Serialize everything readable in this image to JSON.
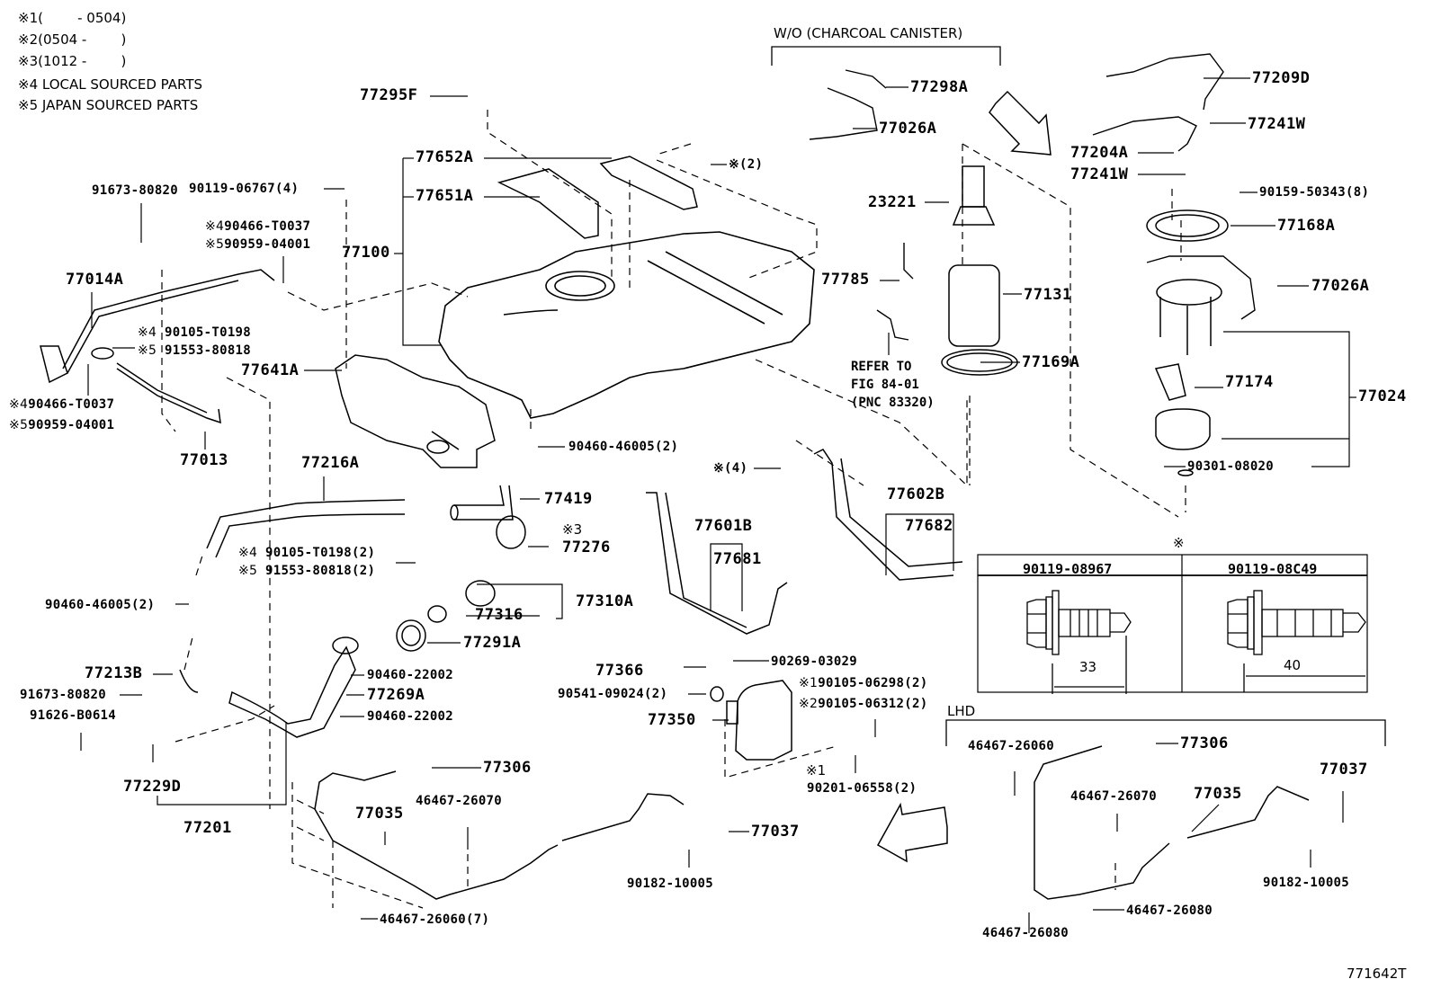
{
  "diagram": {
    "figure_id": "771642T",
    "legend": [
      {
        "mark": "※1",
        "text": "(        - 0504)"
      },
      {
        "mark": "※2",
        "text": "(0504 -        )"
      },
      {
        "mark": "※3",
        "text": "(1012 -        )"
      },
      {
        "mark": "※4",
        "text": "LOCAL SOURCED PARTS"
      },
      {
        "mark": "※5",
        "text": "JAPAN SOURCED PARTS"
      }
    ],
    "groups": {
      "charcoal_canister": "W/O (CHARCOAL CANISTER)",
      "lhd": "LHD"
    },
    "refer_note": "REFER TO\nFIG 84-01\n(PNC 83320)",
    "parts": {
      "p77295F": "77295F",
      "p77652A": "77652A",
      "p77651A": "77651A",
      "p77100": "77100",
      "p90119_06767": "90119-06767(4)",
      "bolt_note_2": "※(2)",
      "p91673_80820_top": "91673-80820",
      "p90466_T0037_a_mark": "※4",
      "p90466_T0037_a": "90466-T0037",
      "p90959_04001_a_mark": "※5",
      "p90959_04001_a": "90959-04001",
      "p77014A": "77014A",
      "p90105_T0198_mark": "※4",
      "p90105_T0198": "90105-T0198",
      "p91553_80818_mark": "※5",
      "p91553_80818": "91553-80818",
      "p77641A": "77641A",
      "p90466_T0037_b_mark": "※4",
      "p90466_T0037_b": "90466-T0037",
      "p90959_04001_b_mark": "※5",
      "p90959_04001_b": "90959-04001",
      "p77013": "77013",
      "p77216A": "77216A",
      "p90460_46005_right": "90460-46005(2)",
      "p77419": "77419",
      "p77276_mark": "※3",
      "p77276": "77276",
      "p90105_T0198_2_mark": "※4",
      "p90105_T0198_2": "90105-T0198(2)",
      "p91553_80818_2_mark": "※5",
      "p91553_80818_2": "91553-80818(2)",
      "p90460_46005_left": "90460-46005(2)",
      "p77316": "77316",
      "p77310A": "77310A",
      "p77291A": "77291A",
      "p77213B": "77213B",
      "p91673_80820_bot": "91673-80820",
      "p91626_B0614": "91626-B0614",
      "p77229D": "77229D",
      "p77201": "77201",
      "p90460_22002_a": "90460-22002",
      "p77269A": "77269A",
      "p90460_22002_b": "90460-22002",
      "p77298A": "77298A",
      "p77026A_top": "77026A",
      "p23221": "23221",
      "p77785": "77785",
      "p77131": "77131",
      "p77169A": "77169A",
      "p77209D": "77209D",
      "p77241W_a": "77241W",
      "p77204A": "77204A",
      "p77241W_b": "77241W",
      "p90159_50343": "90159-50343(8)",
      "p77168A": "77168A",
      "p77026A_right": "77026A",
      "p77024": "77024",
      "p77174": "77174",
      "p90301_08020": "90301-08020",
      "bolt_note_4": "※(4)",
      "p77601B": "77601B",
      "p77681": "77681",
      "p77602B": "77602B",
      "p77682": "77682",
      "p77366": "77366",
      "p90269_03029": "90269-03029",
      "p90541_09024": "90541-09024(2)",
      "p77350": "77350",
      "p90105_06298_mark": "※1",
      "p90105_06298": "90105-06298(2)",
      "p90105_06312_mark": "※2",
      "p90105_06312": "90105-06312(2)",
      "p90201_06558_mark": "※1",
      "p90201_06558": "90201-06558(2)",
      "c_77306": "77306",
      "c_77035": "77035",
      "c_46467_26070": "46467-26070",
      "c_46467_26060_7": "46467-26060(7)",
      "c_90182_10005": "90182-10005",
      "c_77037": "77037",
      "l_46467_26060": "46467-26060",
      "l_77306": "77306",
      "l_77037": "77037",
      "l_46467_26070": "46467-26070",
      "l_77035": "77035",
      "l_90182_10005": "90182-10005",
      "l_46467_26080_a": "46467-26080",
      "l_46467_26080_b": "46467-26080"
    },
    "bolt_table": {
      "mark": "※",
      "columns": [
        {
          "part": "90119-08967",
          "length": "33"
        },
        {
          "part": "90119-08C49",
          "length": "40"
        }
      ]
    }
  }
}
